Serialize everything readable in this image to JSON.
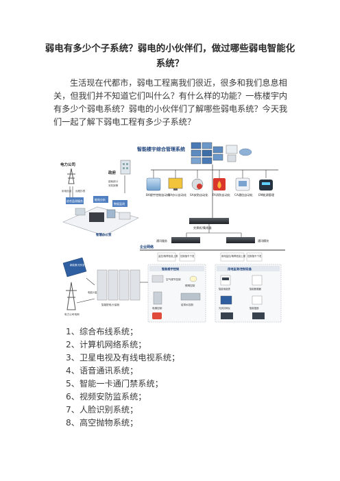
{
  "article": {
    "title_line1": "弱电有多少个子系统？弱电的小伙伴们，做过哪些弱电智能化",
    "title_line2": "系统？",
    "intro": "生活现在代都市，弱电工程离我们很近，很多和我们息息相关，但我们并不知道它们叫什么？有什么样的功能？一栋楼宇内有多少个弱电系统？弱电的小伙伴们了解哪些弱电系统？今天我们一起了解下弱电工程有多少子系统？"
  },
  "diagram": {
    "top_title": "智能楼宇综合管理系统",
    "power_company": "电力公司",
    "government": "政府",
    "power_labels": [
      "用电信息",
      "远程抄表"
    ],
    "gov_labels": [
      "能耗统计",
      "安防报警"
    ],
    "office_labels": [
      "综合监测服务",
      "能效分析",
      "数据监测"
    ],
    "office_caption": "智慧办公室",
    "subsystems": [
      "BA楼宇控制自动化",
      "OA办公自动化",
      "SA安防自动化",
      "FA消防自动化",
      "CA通信自动化",
      "EM能源管理"
    ],
    "switch_label": "交换机/集线器",
    "left_gateway": "通讯服务",
    "right_gateway": "通讯模块",
    "network_label": "企业网络",
    "uplink_labels": [
      "监控/故障信息上报",
      "控制指令下发",
      "用电监控/故障信息上报",
      "控制指令下发"
    ],
    "left_box_title": "智能楼宇控制",
    "left_box_items": [
      "空气调节控制",
      "照明控制",
      "电梯控制",
      "给排水控制"
    ],
    "right_box_title": "用电监测/控制设备",
    "right_box_items": [
      "智能电能表",
      "智能断路器",
      "光伏并网仪",
      "智能插座"
    ],
    "power_side_labels": [
      "新能源/光伏发电",
      "电力公司电网",
      "电能计量"
    ],
    "meter_caption": "智能配电/计量柜"
  },
  "list": {
    "items": [
      "1、综合布线系统；",
      "2、计算机网络系统；",
      "3、卫星电视及有线电视系统；",
      "4、语音通讯系统；",
      "5、智能一卡通门禁系统；",
      "6、视频安防监系统；",
      "7、人脸识别系统；",
      "8、高空抛物系统；"
    ]
  }
}
